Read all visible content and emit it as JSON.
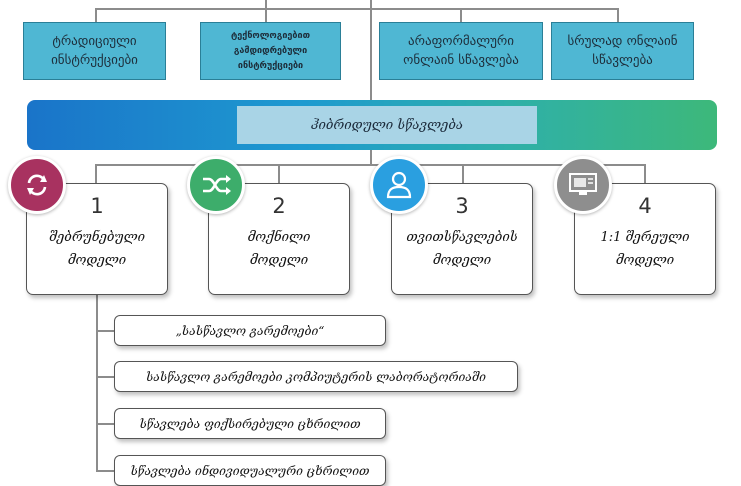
{
  "top_boxes": [
    {
      "label": "ტრადიციული ინსტრუქციები"
    },
    {
      "label": "ტექნოლოგიებით გამდიდრებული ინსტრუქციები"
    },
    {
      "label": "არაფორმალური ონლაინ სწავლება"
    },
    {
      "label": "სრულად ონლაინ სწავლება"
    }
  ],
  "banner": {
    "label": "ჰიბრიდული სწავლება"
  },
  "models": [
    {
      "number": "1",
      "name": "შებრუნებული მოდელი",
      "icon": "rotate-icon",
      "color": "#a83260"
    },
    {
      "number": "2",
      "name": "მოქნილი მოდელი",
      "icon": "shuffle-icon",
      "color": "#3dad6b"
    },
    {
      "number": "3",
      "name": "თვითსწავლების მოდელი",
      "icon": "person-icon",
      "color": "#2a9fe0"
    },
    {
      "number": "4",
      "name": "1:1 შერეული მოდელი",
      "icon": "monitor-icon",
      "color": "#8e8e8e"
    }
  ],
  "sub_items": [
    {
      "label": "„სასწავლო გარემოები“"
    },
    {
      "label": "სასწავლო გარემოები კომპიუტერის ლაბორატორიაში"
    },
    {
      "label": "სწავლება ფიქსირებული ცხრილით"
    },
    {
      "label": "სწავლება ინდივიდუალური ცხრილით"
    }
  ]
}
